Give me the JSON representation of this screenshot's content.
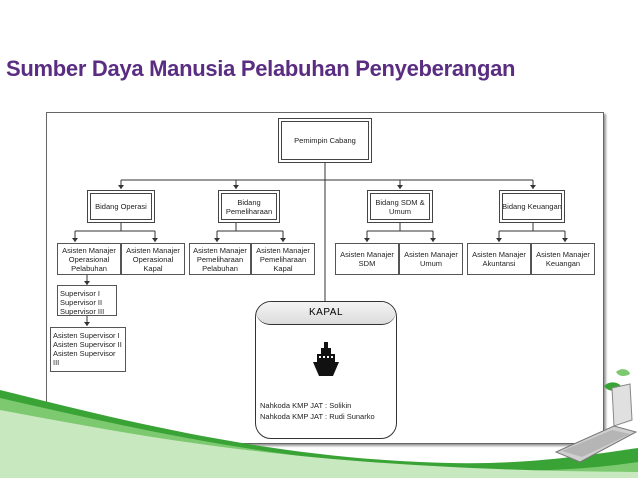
{
  "slide": {
    "title": "Sumber Daya Manusia Pelabuhan Penyeberangan"
  },
  "org": {
    "root": "Pemimpin Cabang",
    "divisions": {
      "operasi": "Bidang Operasi",
      "pemeliharaan": "Bidang\nPemeliharaan",
      "sdm": "Bidang SDM &\nUmum",
      "keuangan": "Bidang Keuangan"
    },
    "managers": {
      "ops_pelabuhan": "Asisten Manajer\nOperasional\nPelabuhan",
      "ops_kapal": "Asisten Manajer\nOperasional Kapal",
      "pem_pelabuhan": "Asisten Manajer\nPemeliharaan\nPelabuhan",
      "pem_kapal": "Asisten Manajer\nPemeliharaan\nKapal",
      "sdm": "Asisten Manajer\nSDM",
      "umum": "Asisten Manajer\nUmum",
      "akuntansi": "Asisten Manajer\nAkuntansi",
      "keuangan": "Asisten Manajer\nKeuangan"
    },
    "supervisors": "Supervisor I\nSupervisor II\nSupervisor III",
    "assistant_supervisors": "Asisten Supervisor I\nAsisten Supervisor II\nAsisten Supervisor III"
  },
  "kapal": {
    "title": "KAPAL",
    "nahkoda_1": "Nahkoda KMP JAT : Solikin",
    "nahkoda_2": "Nahkoda KMP JAT : Rudi Sunarko"
  },
  "colors": {
    "title": "#5a2d82",
    "accent_green": "#3aa336"
  },
  "icons": {
    "ship": "ship-icon",
    "laptop": "laptop-icon"
  }
}
